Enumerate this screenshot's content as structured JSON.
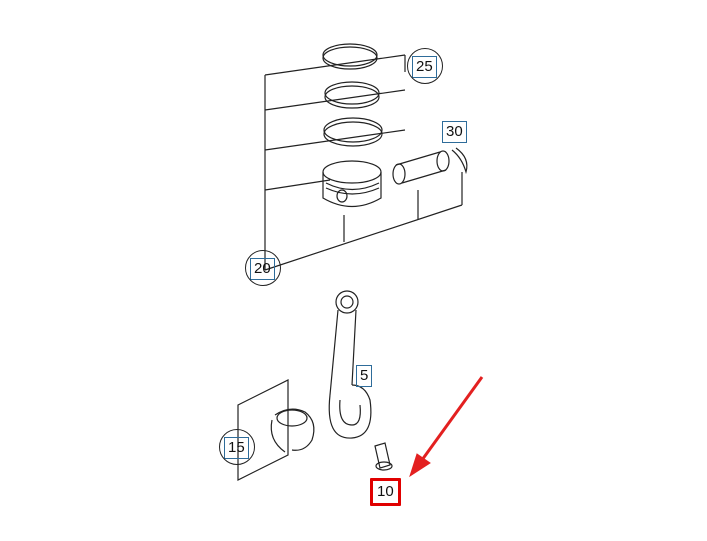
{
  "parts": {
    "rings_label": "25",
    "circlip_label": "30",
    "piston_assembly_label": "20",
    "connecting_rod_label": "5",
    "bearing_shells_label": "15",
    "bolt_label": "10"
  },
  "colors": {
    "line": "#222222",
    "callout_border": "#2e6c9a",
    "highlight": "#e00000",
    "arrow": "#e32020"
  }
}
